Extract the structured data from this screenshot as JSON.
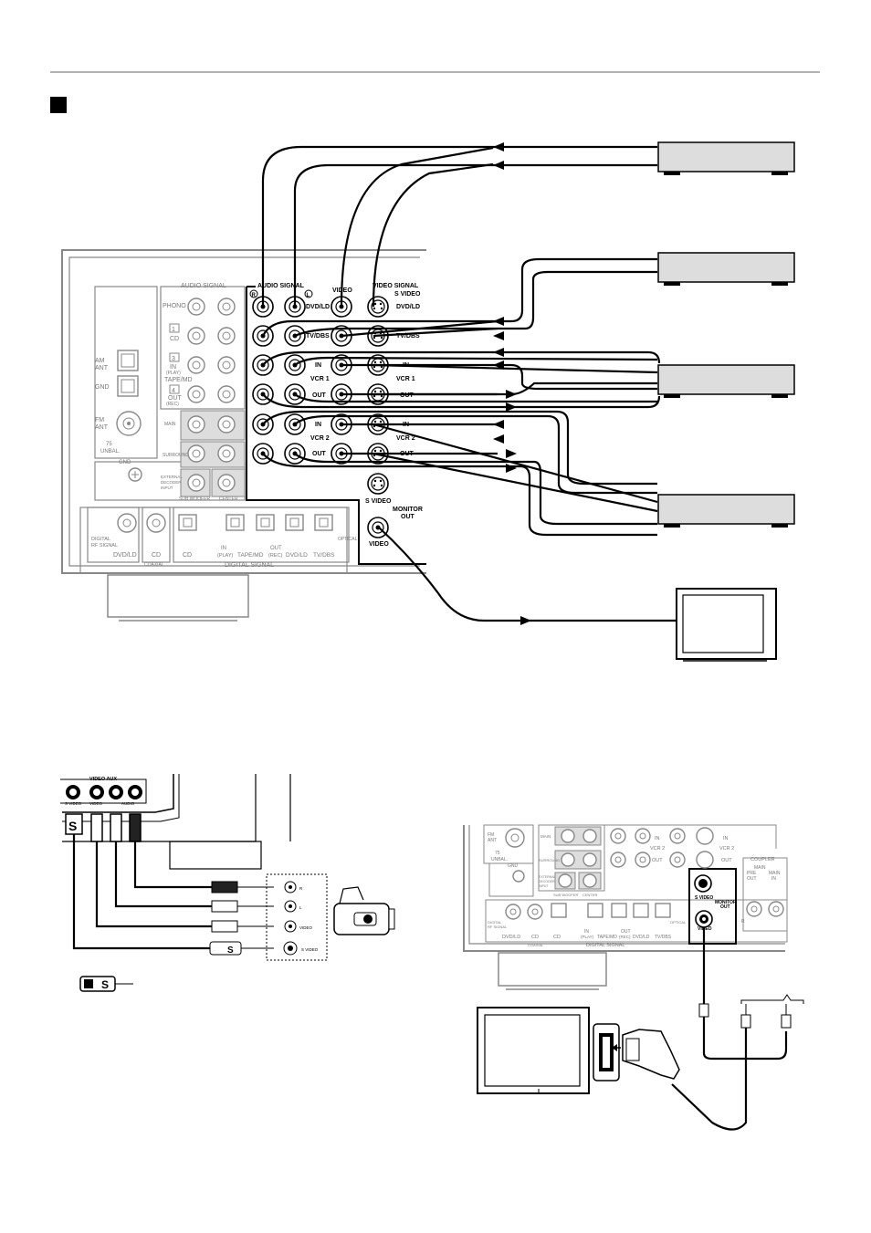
{
  "panel_labels": {
    "audio_signal_grey": "AUDIO SIGNAL",
    "phono": "PHONO",
    "cd": "CD",
    "cd_num": "1",
    "tape_num": "3",
    "tape_in": "IN",
    "tape_play": "(PLAY)",
    "tape_md": "TAPE/MD",
    "tape_out_num": "4",
    "tape_out": "OUT",
    "tape_rec": "(REC)",
    "am_ant": "AM",
    "am_ant2": "ANT",
    "gnd": "GND",
    "fm_ant": "FM",
    "fm_ant2": "ANT",
    "unbal_75": "75",
    "unbal": "UNBAL.",
    "gnd2": "GND",
    "main": "MAIN",
    "surround": "SURROUND",
    "ext_decoder_1": "EXTERNAL",
    "ext_decoder_2": "DECODER",
    "ext_decoder_3": "INPUT",
    "sub_woofer": "SUB WOOFER",
    "center": "CENTER",
    "audio_signal": "AUDIO SIGNAL",
    "audio_r": "R",
    "audio_l": "L",
    "video": "VIDEO",
    "video_signal": "VIDEO SIGNAL",
    "s_video": "S VIDEO",
    "dvd_ld": "DVD/LD",
    "dvd_ld_s": "DVD/LD",
    "tv_dbs": "TV/DBS",
    "tv_dbs_s": "TV/DBS",
    "in1": "IN",
    "vcr1": "VCR 1",
    "out1": "OUT",
    "in1_s": "IN",
    "vcr1_s": "VCR 1",
    "out1_s": "OUT",
    "in2": "IN",
    "vcr2": "VCR 2",
    "out2": "OUT",
    "in2_s": "IN",
    "vcr2_s": "VCR 2",
    "out2_s": "OUT",
    "monitor_s_video": "S VIDEO",
    "monitor": "MONITOR",
    "monitor_out": "OUT",
    "monitor_video": "VIDEO",
    "digital_rf": "DIGITAL",
    "rf_signal": "RF SIGNAL",
    "dvd_ld_dig": "DVD/LD",
    "cd_coax": "CD",
    "cd_opt": "CD",
    "in_play_1": "IN",
    "in_play_2": "(PLAY)",
    "tape_md_dig": "TAPE/MD",
    "out_rec_1": "OUT",
    "out_rec_2": "(REC)",
    "dvd_ld_opt": "DVD/LD",
    "tv_dbs_opt": "TV/DBS",
    "optical": "OPTICAL",
    "coaxial": "COAXIAL",
    "digital_signal": "DIGITAL SIGNAL"
  },
  "aux_labels": {
    "video_aux": "VIDEO AUX",
    "s_video": "S VIDEO",
    "video": "VIDEO",
    "audio": "AUDIO",
    "s_plug": "S",
    "cam_r": "R",
    "cam_l": "L",
    "cam_video": "VIDEO",
    "cam_s_video": "S VIDEO",
    "s_plug_legend": "S"
  },
  "scart_labels": {
    "fm_ant": "FM",
    "fm_ant2": "ANT",
    "unbal_75": "75",
    "unbal": "UNBAL.",
    "gnd": "GND",
    "main": "MAIN",
    "surround": "SURROUND",
    "ext_1": "EXTERNAL",
    "ext_2": "DECODER",
    "ext_3": "INPUT",
    "sub_woofer": "SUB WOOFER",
    "center": "CENTER",
    "in_a": "IN",
    "vcr2": "VCR 2",
    "out_a": "OUT",
    "in_b": "IN",
    "vcr2_b": "VCR 2",
    "out_b": "OUT",
    "coupler": "COUPLER",
    "coupler_main": "MAIN",
    "pre_out_1": "PRE",
    "pre_out_2": "OUT",
    "main_in_1": "MAIN",
    "main_in_2": "IN",
    "s_video": "S VIDEO",
    "monitor": "MONITOR",
    "monitor_out": "OUT",
    "video": "VIDEO",
    "digital_rf": "DIGITAL",
    "rf_signal": "RF SIGNAL",
    "dvd_ld": "DVD/LD",
    "cd": "CD",
    "cd2": "CD",
    "in_play_1": "IN",
    "in_play_2": "(PLAY)",
    "tape_md": "TAPE/MD",
    "out_rec_1": "OUT",
    "out_rec_2": "(REC)",
    "dvd_ld2": "DVD/LD",
    "tv_dbs": "TV/DBS",
    "optical": "OPTICAL",
    "coaxial": "COAXIAL",
    "digital_signal": "DIGITAL SIGNAL",
    "r_mark": "R"
  }
}
